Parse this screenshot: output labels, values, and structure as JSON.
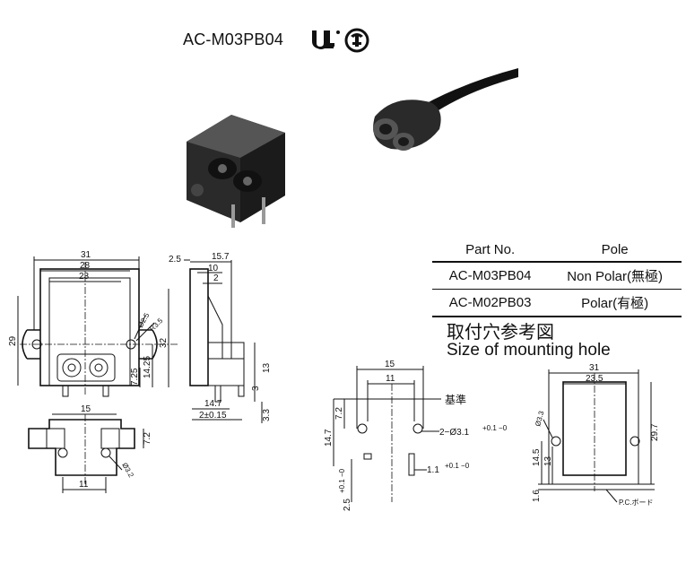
{
  "header": {
    "model": "AC-M03PB04",
    "marks": [
      "ul-recognized-icon",
      "csa-icon"
    ]
  },
  "parts_table": {
    "headers": [
      "Part No.",
      "Pole"
    ],
    "rows": [
      {
        "part": "AC-M03PB04",
        "pole": "Non Polar(無極)"
      },
      {
        "part": "AC-M02PB03",
        "pole": "Polar(有極)"
      }
    ]
  },
  "mounting": {
    "title_cn": "取付穴参考図",
    "title_en": "Size of mounting hole"
  },
  "front_view": {
    "dim_31": "31",
    "dim_28": "28",
    "dim_23": "23",
    "dim_29": "29",
    "dim_32": "32",
    "dim_14_25": "14.25",
    "dim_7_25": "7.25",
    "dim_phi2_5": "Ø2.5",
    "dim_r3_5": "R3.5"
  },
  "side_view": {
    "dim_2_5": "2.5",
    "dim_15_7": "15.7",
    "dim_10": "10",
    "dim_2": "2",
    "dim_13": "13",
    "dim_3": "3",
    "dim_14_7": "14.7",
    "dim_2_015": "2±0.15",
    "dim_3_3": "3.3"
  },
  "bottom_view": {
    "dim_15": "15",
    "dim_7_2": "7.2",
    "dim_phi3_2": "Ø3.2",
    "dim_11": "11"
  },
  "pcb_layout": {
    "dim_15": "15",
    "dim_11": "11",
    "dim_7_2": "7.2",
    "dim_14_7": "14.7",
    "hole_label": "2−Ø3.1",
    "hole_tol": "+0.1\n−0",
    "datum": "基準",
    "slot_w": "1.1",
    "slot_tol": "+0.1\n−0",
    "slot_h": "2.5",
    "slot_h_tol": "+0.1\n−0"
  },
  "panel_layout": {
    "dim_31": "31",
    "dim_23_5": "23.5",
    "dim_phi3_3": "Ø3.3",
    "dim_29_7": "29.7",
    "dim_14_5": "14.5",
    "dim_13": "13",
    "dim_1_6": "1.6",
    "pc_label": "P.C.ボード"
  },
  "colors": {
    "line": "#111111",
    "photo_body": "#2a2a2a",
    "background": "#ffffff"
  }
}
